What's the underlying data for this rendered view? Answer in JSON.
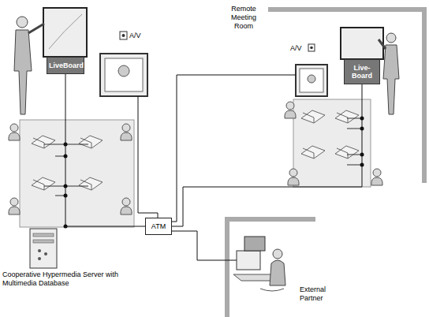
{
  "diagram": {
    "nodes": [
      {
        "text": [
          "LiveBoard"
        ]
      },
      {
        "text": [
          "Live-Board"
        ]
      },
      {
        "text": [
          "ATM"
        ]
      },
      {
        "text": [
          "Cooperative Hypermedia Server with Multimedia Database"
        ]
      }
    ],
    "edges": [
      {
        "from": 0,
        "to": 3,
        "arrow": "none"
      },
      {
        "from": 3,
        "to": 2,
        "arrow": "none"
      },
      {
        "from": 1,
        "to": 2,
        "arrow": "none"
      }
    ],
    "labels": [
      "Remote Meeting Room",
      "A/V",
      "A/V",
      "External Partner"
    ]
  }
}
